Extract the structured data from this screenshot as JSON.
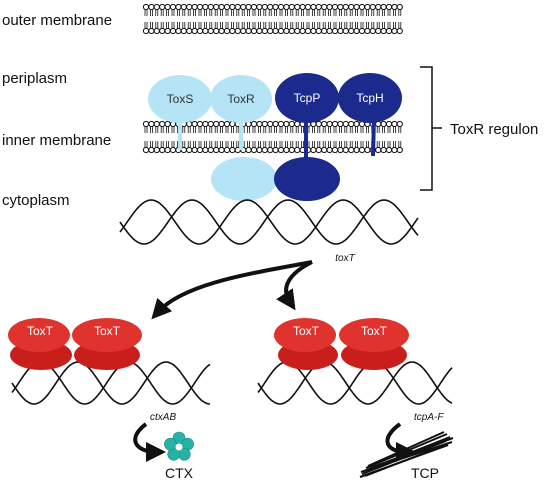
{
  "regions": {
    "outer_membrane": "outer membrane",
    "periplasm": "periplasm",
    "inner_membrane": "inner membrane",
    "cytoplasm": "cytoplasm"
  },
  "proteins": {
    "toxs": "ToxS",
    "toxr": "ToxR",
    "tcpp": "TcpP",
    "tcph": "TcpH",
    "toxt": "ToxT"
  },
  "regulon_label": "ToxR regulon",
  "genes": {
    "toxt": "toxT",
    "ctxab": "ctxAB",
    "tcpaf": "tcpA-F"
  },
  "products": {
    "ctx": "CTX",
    "tcp": "TCP"
  },
  "colors": {
    "light_blue": "#b4e4f6",
    "dark_blue": "#1c2a8e",
    "red": "#e0332d",
    "teal": "#26b2a6",
    "black": "#111111"
  }
}
